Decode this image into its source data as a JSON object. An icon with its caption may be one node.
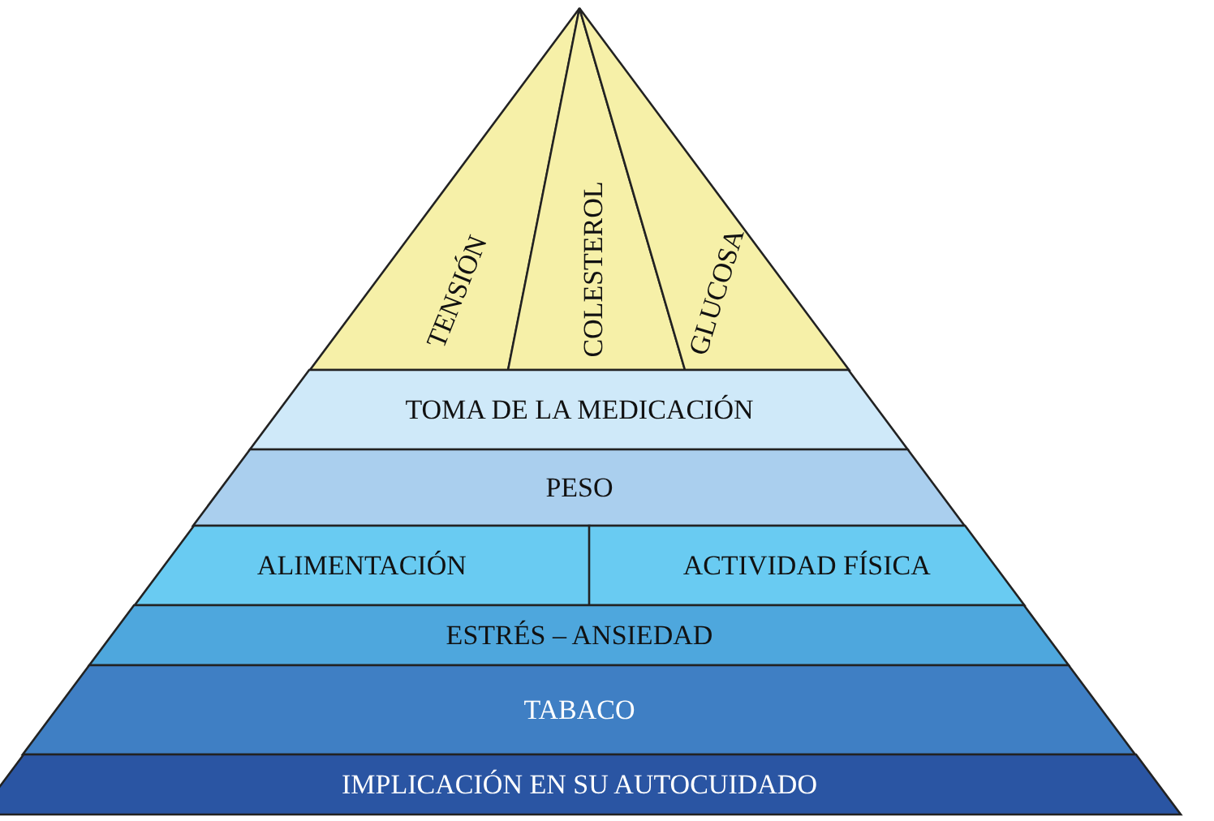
{
  "diagram": {
    "nodes": [
      {
        "text": [
          "TENSIÓN"
        ]
      },
      {
        "text": [
          "COLESTEROL"
        ]
      },
      {
        "text": [
          "GLUCOSA"
        ]
      },
      {
        "text": [
          "TOMA DE LA MEDICACIÓN"
        ]
      },
      {
        "text": [
          "PESO"
        ]
      },
      {
        "text": [
          "ALIMENTACIÓN"
        ]
      },
      {
        "text": [
          "ACTIVIDAD FÍSICA"
        ]
      },
      {
        "text": [
          "ESTRÉS – ANSIEDAD"
        ]
      },
      {
        "text": [
          "TABACO"
        ]
      },
      {
        "text": [
          "IMPLICACIÓN EN SU AUTOCUIDADO"
        ]
      }
    ]
  }
}
